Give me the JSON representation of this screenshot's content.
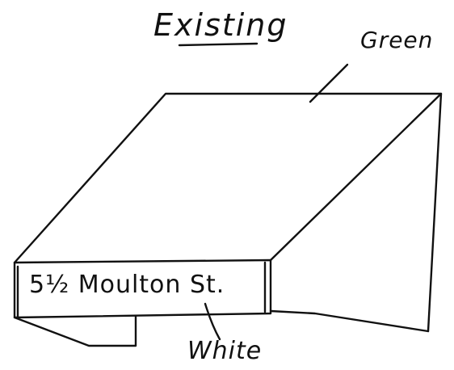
{
  "title": "Existing",
  "callouts": {
    "awning_color": "Green",
    "sign_color": "White"
  },
  "sign": {
    "text": "5½ Moulton St."
  },
  "ink_color": "#111111",
  "background_color": "#ffffff"
}
